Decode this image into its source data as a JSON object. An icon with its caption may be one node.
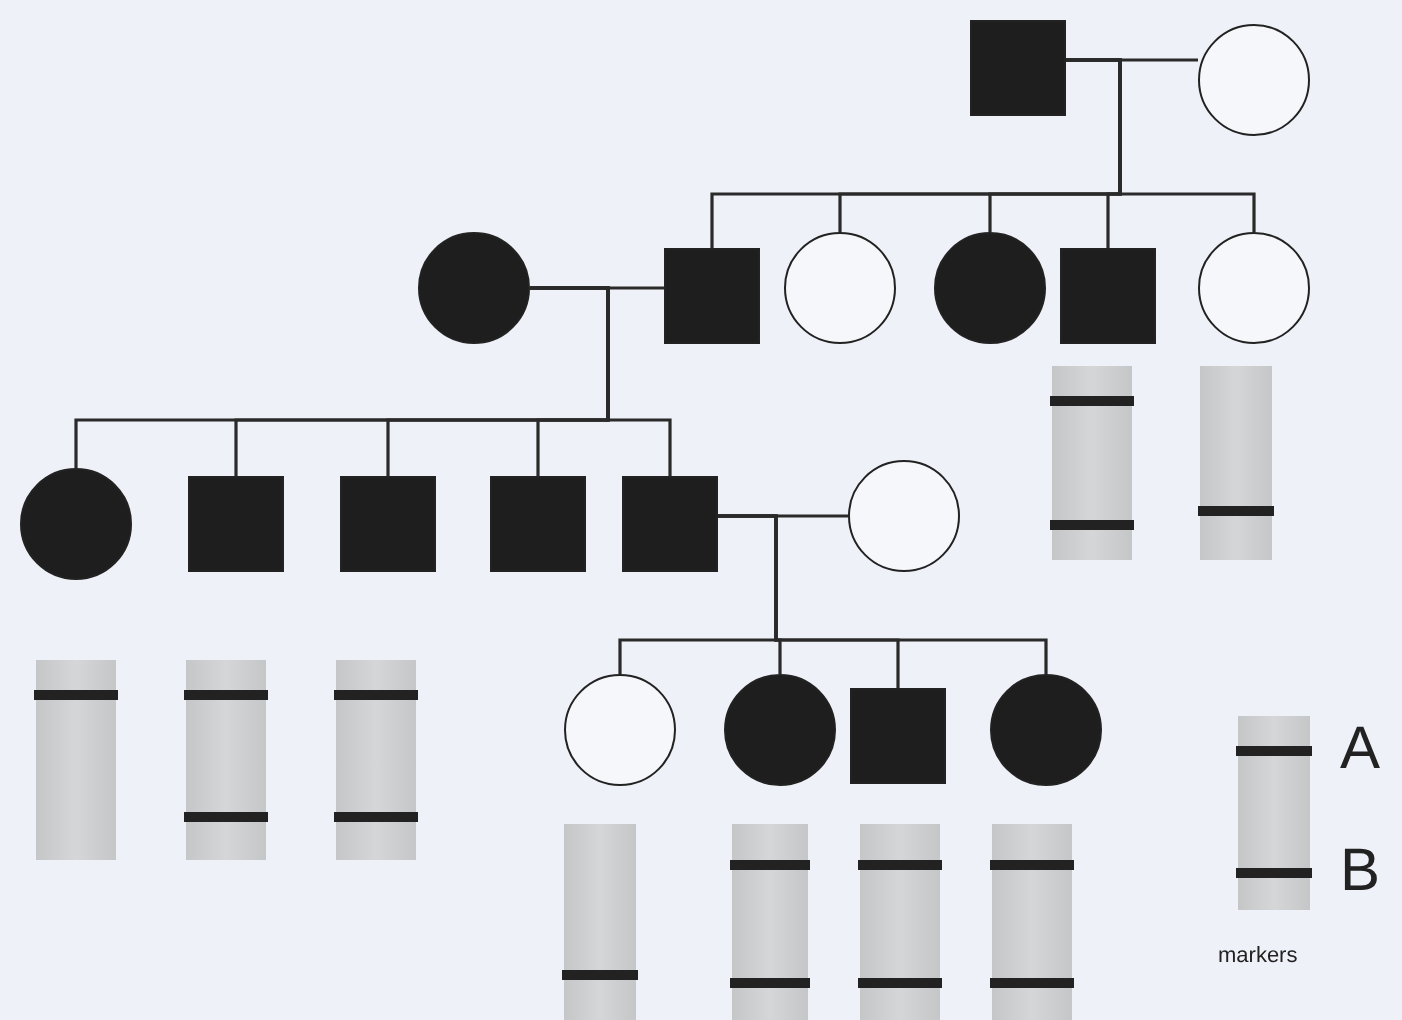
{
  "diagram": {
    "nodes": [
      {
        "text": [],
        "shape": "box"
      },
      {
        "text": [],
        "shape": "circle"
      },
      {
        "text": [],
        "shape": "circle"
      },
      {
        "text": [],
        "shape": "box"
      },
      {
        "text": [],
        "shape": "circle"
      },
      {
        "text": [],
        "shape": "circle"
      },
      {
        "text": [],
        "shape": "box"
      },
      {
        "text": [],
        "shape": "circle"
      },
      {
        "text": [],
        "shape": "circle"
      },
      {
        "text": [],
        "shape": "box"
      },
      {
        "text": [],
        "shape": "box"
      },
      {
        "text": [],
        "shape": "box"
      },
      {
        "text": [],
        "shape": "box"
      },
      {
        "text": [],
        "shape": "circle"
      },
      {
        "text": [],
        "shape": "circle"
      },
      {
        "text": [],
        "shape": "circle"
      },
      {
        "text": [],
        "shape": "box"
      },
      {
        "text": [],
        "shape": "circle"
      }
    ],
    "edges": [
      {
        "from": 0,
        "to": 1,
        "arrow": "none"
      },
      {
        "from": 0,
        "to": 3,
        "arrow": "none"
      },
      {
        "from": 0,
        "to": 4,
        "arrow": "none"
      },
      {
        "from": 0,
        "to": 5,
        "arrow": "none"
      },
      {
        "from": 0,
        "to": 6,
        "arrow": "none"
      },
      {
        "from": 0,
        "to": 7,
        "arrow": "none"
      },
      {
        "from": 2,
        "to": 3,
        "arrow": "none"
      },
      {
        "from": 2,
        "to": 8,
        "arrow": "none"
      },
      {
        "from": 2,
        "to": 9,
        "arrow": "none"
      },
      {
        "from": 2,
        "to": 10,
        "arrow": "none"
      },
      {
        "from": 2,
        "to": 11,
        "arrow": "none"
      },
      {
        "from": 2,
        "to": 12,
        "arrow": "none"
      },
      {
        "from": 12,
        "to": 13,
        "arrow": "none"
      },
      {
        "from": 12,
        "to": 14,
        "arrow": "none"
      },
      {
        "from": 12,
        "to": 15,
        "arrow": "none"
      },
      {
        "from": 12,
        "to": 16,
        "arrow": "none"
      },
      {
        "from": 12,
        "to": 17,
        "arrow": "none"
      }
    ],
    "labels": [
      "A",
      "B",
      "markers"
    ]
  }
}
